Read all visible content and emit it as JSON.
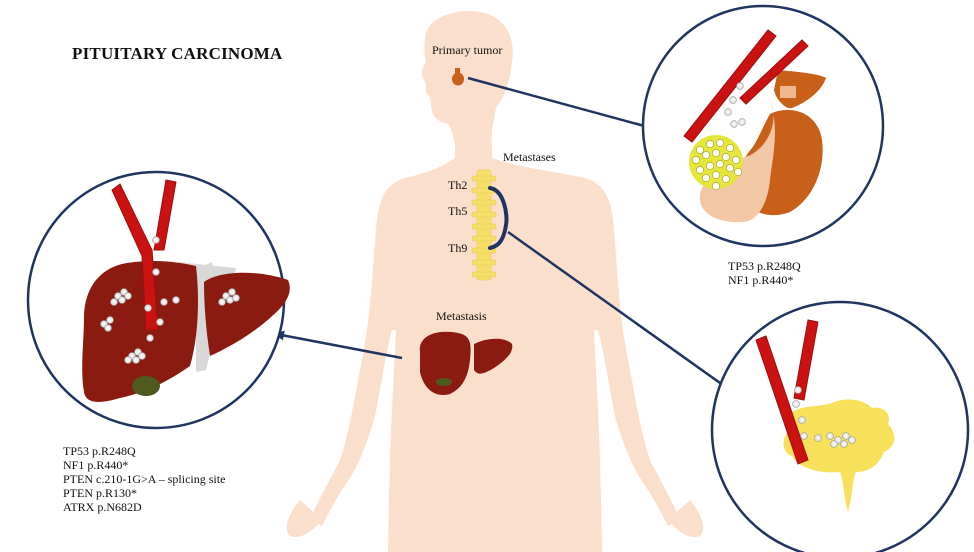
{
  "title": "PITUITARY CARCINOMA",
  "labels": {
    "primary_tumor": "Primary tumor",
    "metastases": "Metastases",
    "metastasis": "Metastasis",
    "th2": "Th2",
    "th5": "Th5",
    "th9": "Th9"
  },
  "mutations_primary": [
    "TP53 p.R248Q",
    "NF1 p.R440*"
  ],
  "mutations_liver": [
    "TP53 p.R248Q",
    "NF1 p.R440*",
    "PTEN c.210-1G>A – splicing site",
    "PTEN p.R130*",
    "ATRX p.N682D"
  ],
  "colors": {
    "body": "#f9dfcc",
    "liver": "#8b1a10",
    "gallbladder": "#4e5a1e",
    "vessel": "#cc1111",
    "tumor": "#c8601a",
    "spine": "#f5df6a",
    "bone": "#f7e05a",
    "arrow": "#1f3461",
    "circle": "#1f3461",
    "tumor_cells": "#e6e63a"
  }
}
